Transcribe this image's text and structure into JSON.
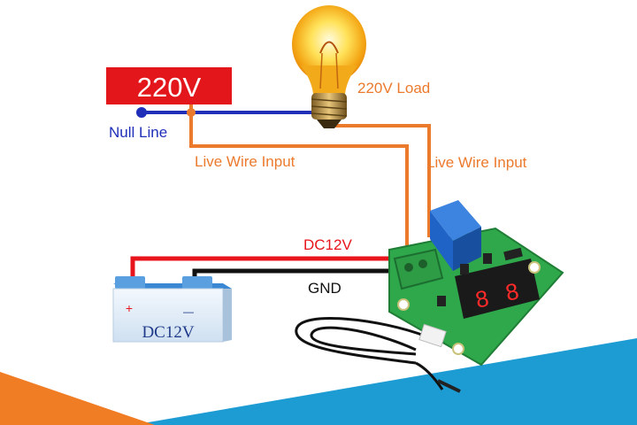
{
  "labels": {
    "voltage_box": "220V",
    "null_line": "Null Line",
    "load": "220V Load",
    "live_wire_left": "Live Wire Input",
    "live_wire_right": "Live Wire Input",
    "dc_supply": "DC12V",
    "ground": "GND",
    "battery_plus": "+",
    "battery_minus": "—",
    "battery_label": "DC12V",
    "display_left": "8",
    "display_right": "8"
  },
  "colors": {
    "voltage_box_bg": "#e3161b",
    "null_line_wire": "#1f2fb8",
    "live_wire": "#ec7a2d",
    "dc_wire": "#e8141b",
    "gnd_wire": "#111111",
    "pcb": "#2ea84a",
    "relay": "#1f63c6",
    "battery_body": "#e3eef8",
    "battery_top": "#3a88d4",
    "footer_blue": "#1d9bd3",
    "footer_orange": "#f07c23",
    "segment_red": "#ff2a2a"
  }
}
